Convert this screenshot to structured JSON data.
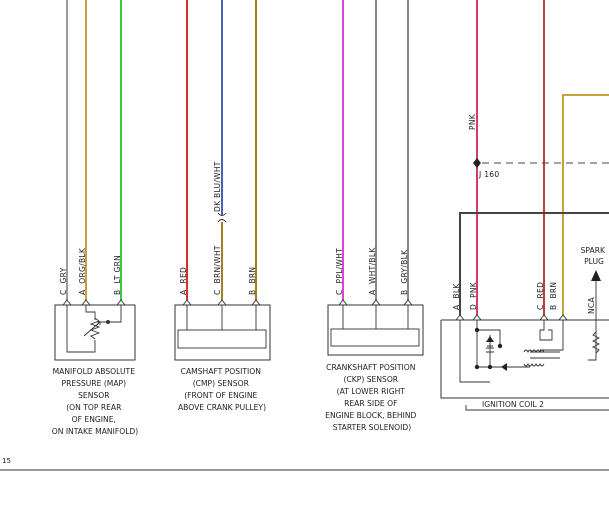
{
  "colors": {
    "GRY": "#9a9a9a",
    "ORG/BLK": "#c8a040",
    "LT GRN": "#38c838",
    "RED": "#d83030",
    "DK BLU/WHT": "#4a60b0",
    "BRN": "#a08020",
    "PPL/WHT": "#e040e0",
    "WHT/BLK": "#888888",
    "GRY/BLK": "#888888",
    "PNK": "#d83a70",
    "BLK": "#444444",
    "BRN_RED": "#c83838"
  },
  "sensors": {
    "map": {
      "wires": [
        {
          "pin": "C",
          "color": "GRY"
        },
        {
          "pin": "A",
          "color": "ORG/BLK"
        },
        {
          "pin": "B",
          "color": "LT GRN"
        }
      ],
      "label_lines": [
        "MANIFOLD ABSOLUTE",
        "PRESSURE (MAP)",
        "SENSOR",
        "(ON TOP REAR",
        "OF ENGINE,",
        "ON INTAKE MANIFOLD)"
      ]
    },
    "cmp": {
      "wires": [
        {
          "pin": "A",
          "color": "RED"
        },
        {
          "pin": "C",
          "color": "BRN/WHT"
        },
        {
          "pin": "B",
          "color": "BRN"
        }
      ],
      "upper_wire_label": "DK BLU/WHT",
      "label_lines": [
        "CAMSHAFT POSITION",
        "(CMP) SENSOR",
        "(FRONT OF ENGINE",
        "ABOVE CRANK PULLEY)"
      ]
    },
    "ckp": {
      "wires": [
        {
          "pin": "C",
          "color": "PPL/WHT"
        },
        {
          "pin": "A",
          "color": "WHT/BLK"
        },
        {
          "pin": "B",
          "color": "GRY/BLK"
        }
      ],
      "label_lines": [
        "CRANKSHAFT POSITION",
        "(CKP) SENSOR",
        "(AT LOWER RIGHT",
        "REAR SIDE OF",
        "ENGINE BLOCK, BEHIND",
        "STARTER SOLENOID)"
      ]
    }
  },
  "coil": {
    "upper_wire_label": "PNK",
    "splice_label": "J 160",
    "pins": [
      {
        "pin": "A",
        "color": "BLK"
      },
      {
        "pin": "D",
        "color": "PNK"
      },
      {
        "pin": "C",
        "color": "RED"
      },
      {
        "pin": "B",
        "color": "BRN"
      }
    ],
    "nca": "NCA",
    "spark_plug_lines": [
      "SPARK",
      "PLUG"
    ],
    "label": "IGNITION COIL 2"
  },
  "page_number": "15"
}
